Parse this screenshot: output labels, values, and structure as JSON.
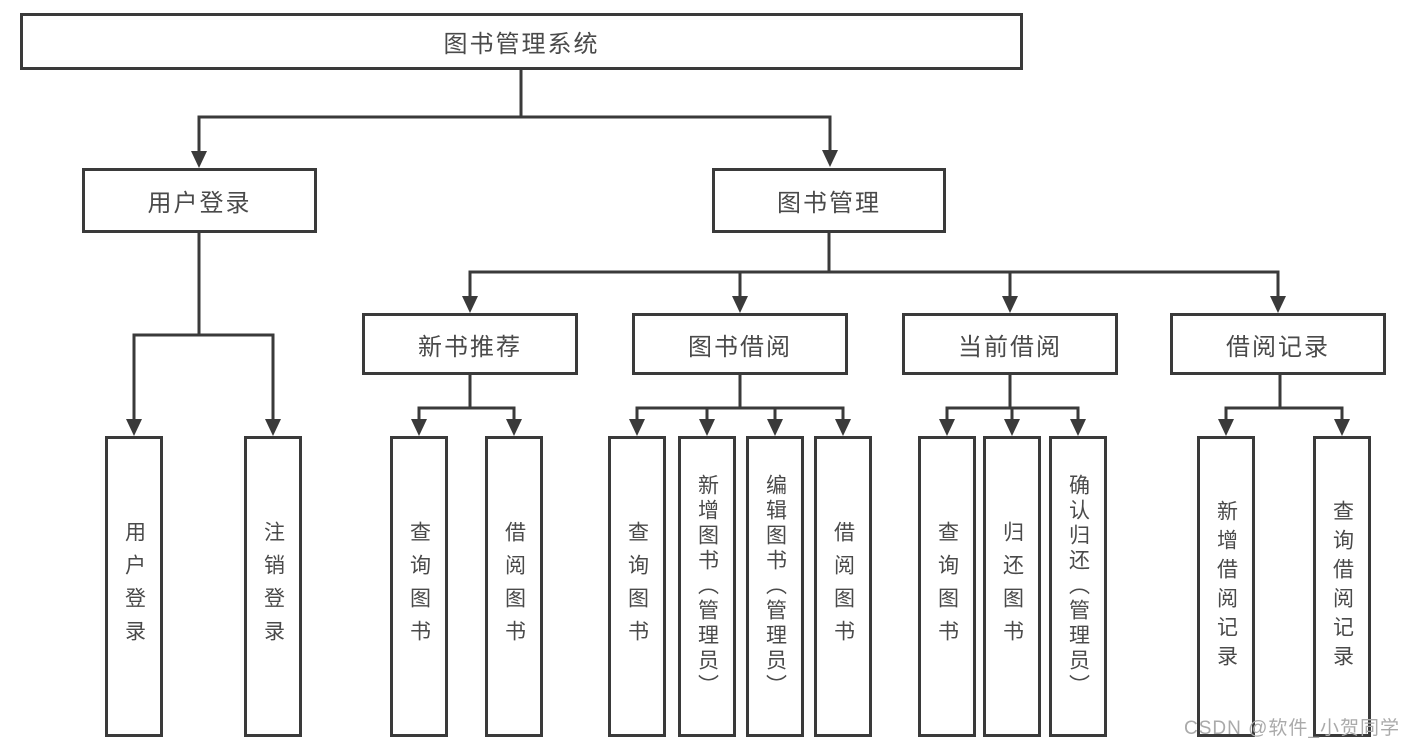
{
  "diagram": {
    "root": {
      "label": "图书管理系统"
    },
    "level2": [
      {
        "label": "用户登录"
      },
      {
        "label": "图书管理"
      }
    ],
    "level3": [
      {
        "label": "新书推荐"
      },
      {
        "label": "图书借阅"
      },
      {
        "label": "当前借阅"
      },
      {
        "label": "借阅记录"
      }
    ],
    "leaves": {
      "user_login": [
        {
          "label": "用户登录"
        },
        {
          "label": "注销登录"
        }
      ],
      "new_book_recommend": [
        {
          "label": "查询图书"
        },
        {
          "label": "借阅图书"
        }
      ],
      "book_borrow": [
        {
          "label": "查询图书"
        },
        {
          "label": "新增图书（管理员）"
        },
        {
          "label": "编辑图书（管理员）"
        },
        {
          "label": "借阅图书"
        }
      ],
      "current_borrow": [
        {
          "label": "查询图书"
        },
        {
          "label": "归还图书"
        },
        {
          "label": "确认归还（管理员）"
        }
      ],
      "borrow_records": [
        {
          "label": "新增借阅记录"
        },
        {
          "label": "查询借阅记录"
        }
      ]
    },
    "watermark": "CSDN @软件_小贺同学",
    "colors": {
      "line": "#3a3a3a",
      "text": "#4a4a4a",
      "watermark": "#aaaaaa",
      "background": "#ffffff"
    }
  }
}
